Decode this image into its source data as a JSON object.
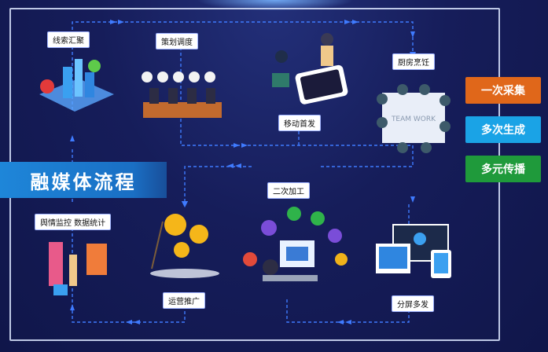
{
  "title": "融媒体流程",
  "nodes": {
    "clue": "线索汇聚",
    "plan": "策划调度",
    "mobile": "移动首发",
    "kitchen": "厨房烹饪",
    "second": "二次加工",
    "opinion": "舆情监控 数据统计",
    "operate": "运营推广",
    "split": "分屏多发"
  },
  "side": {
    "collect": "一次采集",
    "generate": "多次生成",
    "spread": "多元传播"
  },
  "team_text": "TEAM WORK",
  "colors": {
    "collect": "#e0671a",
    "generate": "#1aa3e6",
    "spread": "#1f9a3b",
    "flow": "#3f7bff"
  }
}
